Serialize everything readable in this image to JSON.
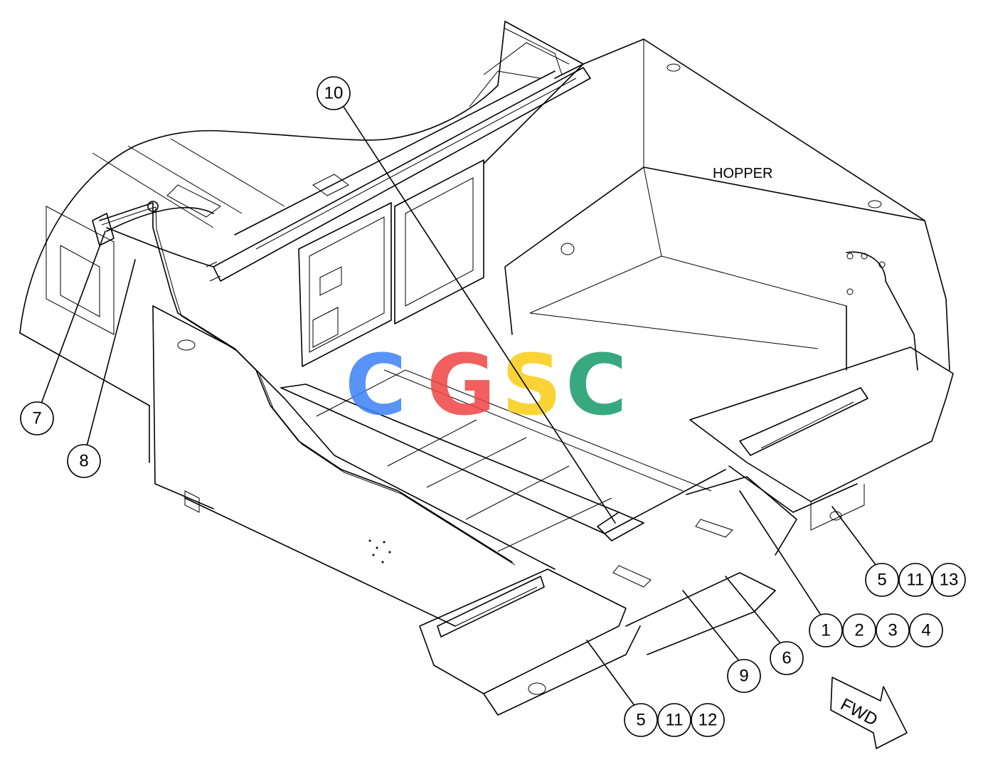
{
  "labels": {
    "hopper": "HOPPER",
    "fwd": "FWD"
  },
  "callouts": {
    "c10": "10",
    "c7": "7",
    "c8": "8",
    "c5a": "5",
    "c11a": "11",
    "c13": "13",
    "c1": "1",
    "c2": "2",
    "c3": "3",
    "c4": "4",
    "c6": "6",
    "c9": "9",
    "c5b": "5",
    "c11b": "11",
    "c12": "12"
  },
  "watermark": {
    "letters": [
      "C",
      "G",
      "S",
      "C"
    ],
    "colors": [
      "#3b82f6",
      "#ef4444",
      "#facc15",
      "#15996b"
    ]
  }
}
